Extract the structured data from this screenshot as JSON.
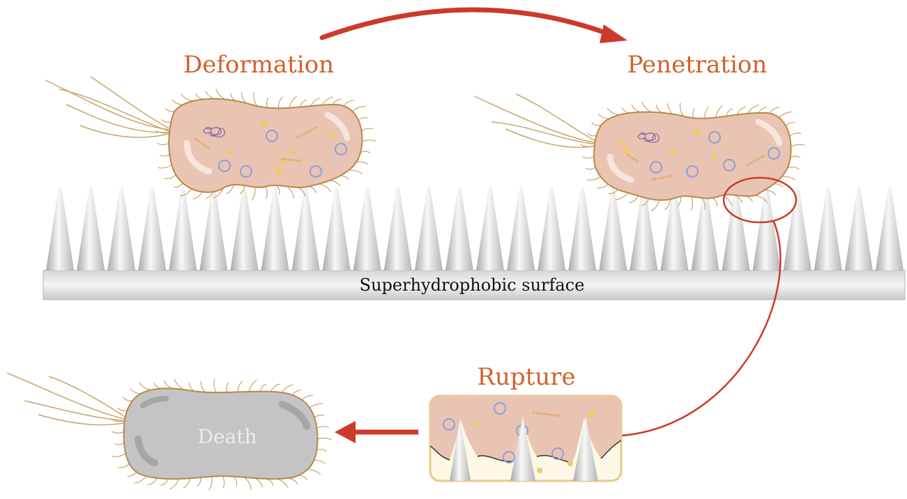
{
  "labels": {
    "deformation": "Deformation",
    "penetration": "Penetration",
    "rupture": "Rupture",
    "death": "Death",
    "surface": "Superhydrophobic surface"
  },
  "colors": {
    "label": "#d0622b",
    "arrow": "#cc3a2a",
    "cell_fill": "#e9c4b3",
    "cell_outline": "#b8884a",
    "flagella": "#c9a46a",
    "dead_cell": "#c4c4c4",
    "spike": "#c9c9c9",
    "base": "#bdbdbd",
    "vesicle": "#8e9fd8",
    "granule": "#f2c96a",
    "nucleoid": "#8a6aa8"
  },
  "icons": {
    "stage_arrow": "curved-arrow-right-icon",
    "death_arrow": "arrow-left-icon"
  }
}
